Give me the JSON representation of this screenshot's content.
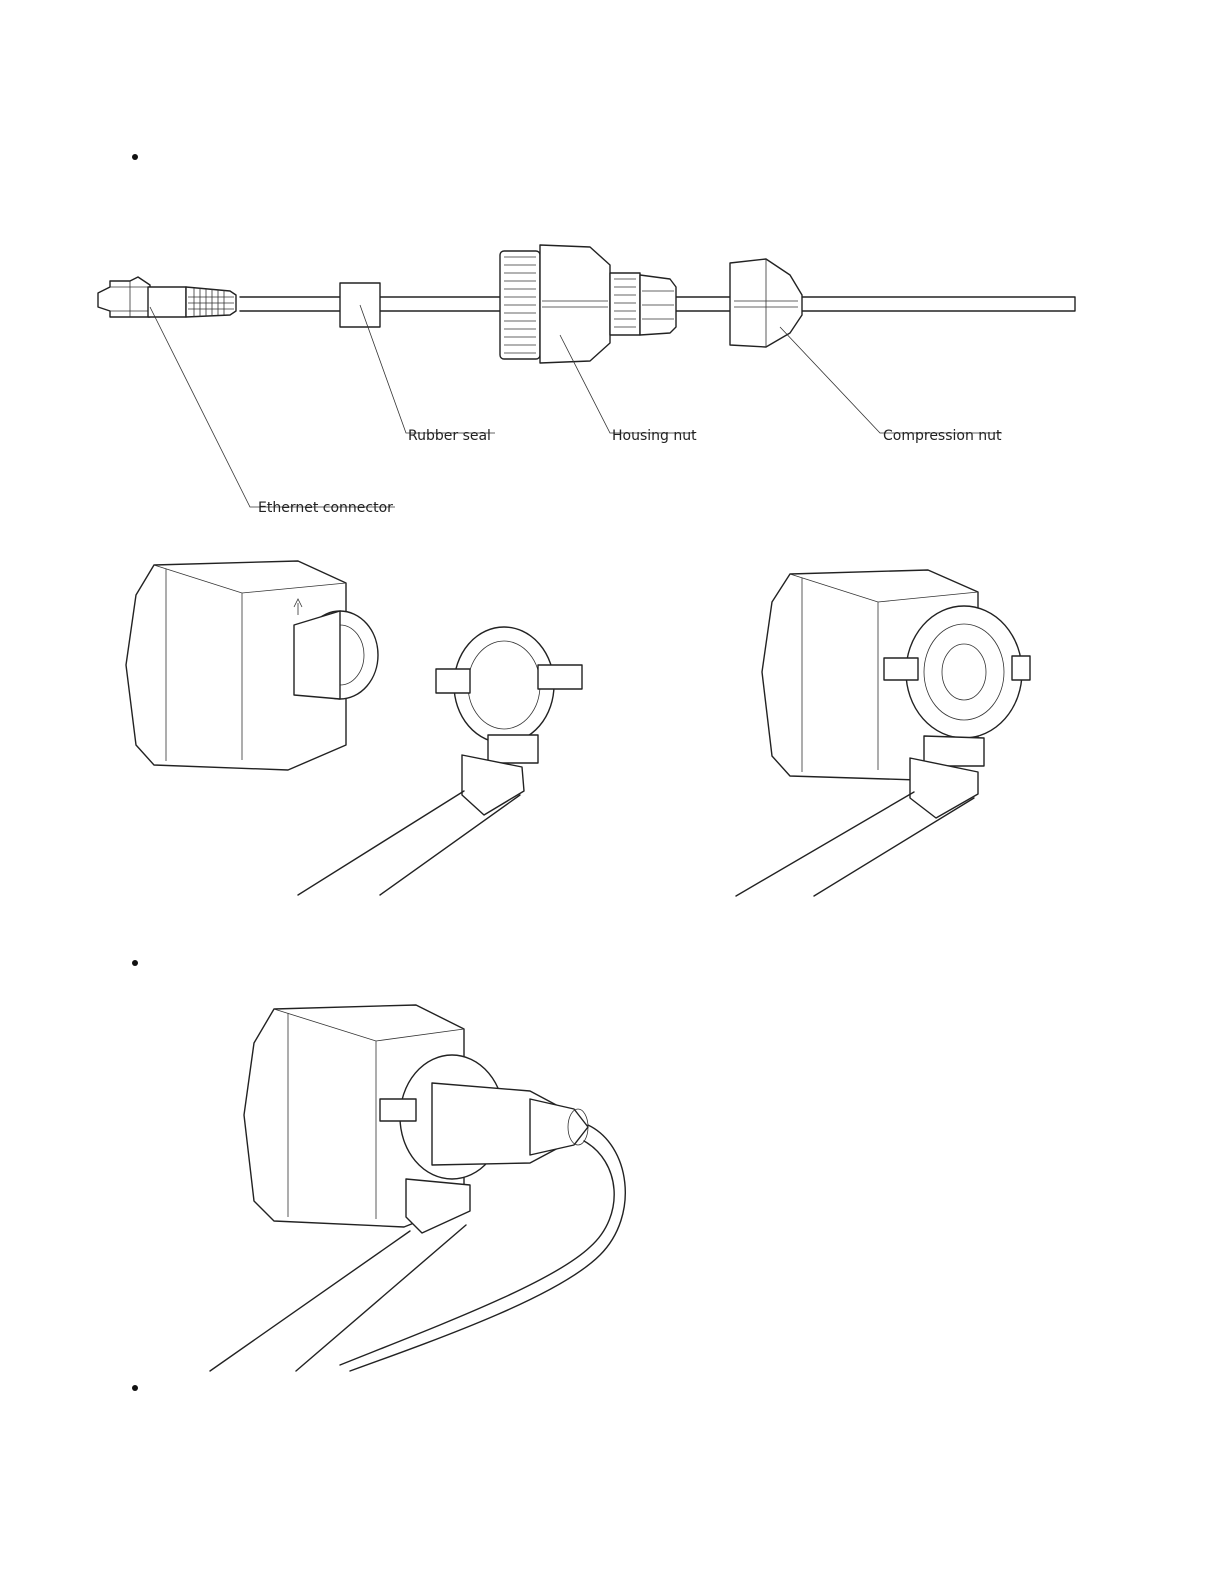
{
  "labels": {
    "ethernet_connector": "Ethernet connector",
    "rubber_seal": "Rubber seal",
    "housing_nut": "Housing nut",
    "compression_nut": "Compression nut"
  },
  "icons": {
    "bullet": "bullet-dot"
  }
}
